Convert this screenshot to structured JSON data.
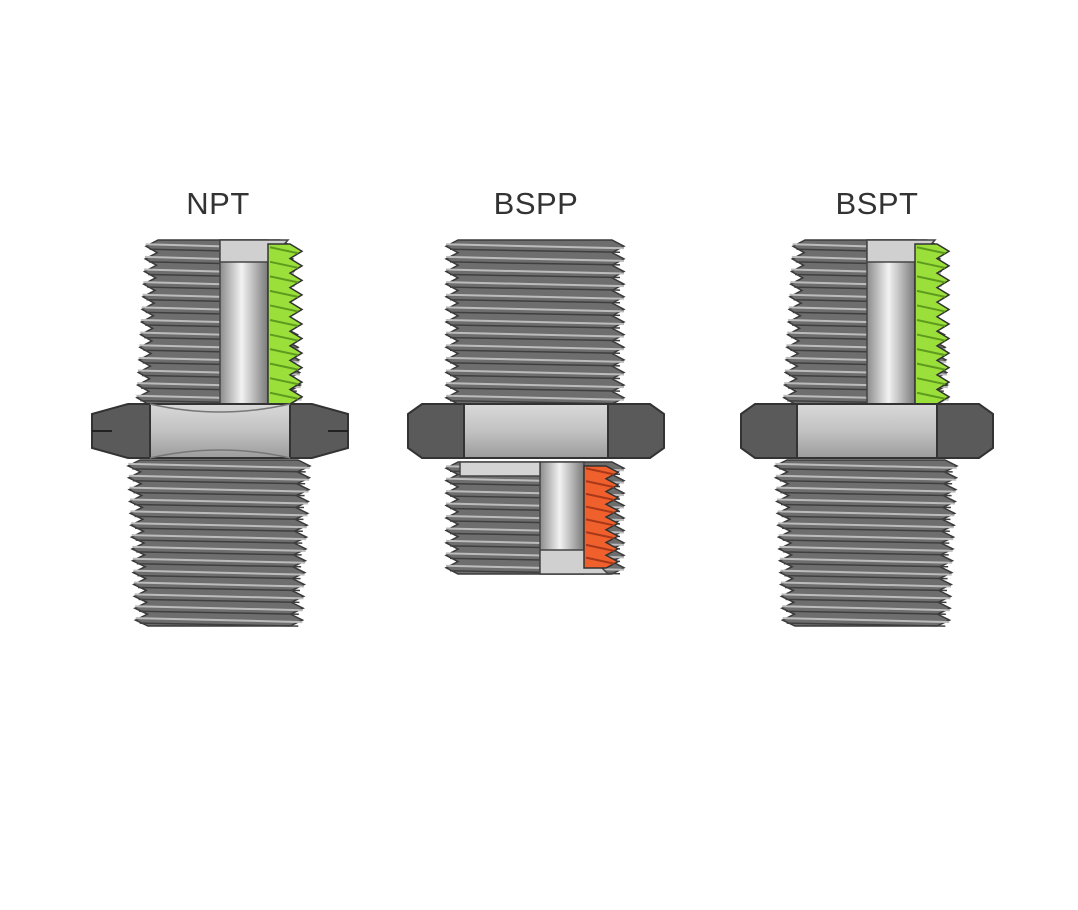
{
  "fittings": [
    {
      "label": "NPT",
      "seal_color": "#9be03a",
      "seal_rib_color": "#5e9a1e"
    },
    {
      "label": "BSPP",
      "seal_color": "#f0602c",
      "seal_rib_color": "#a8381a"
    },
    {
      "label": "BSPT",
      "seal_color": "#9be03a",
      "seal_rib_color": "#5e9a1e"
    }
  ],
  "body_color": "#6e6e6e",
  "hex_color": "#5a5a5a",
  "hex_face_color": "#bdbdbd"
}
